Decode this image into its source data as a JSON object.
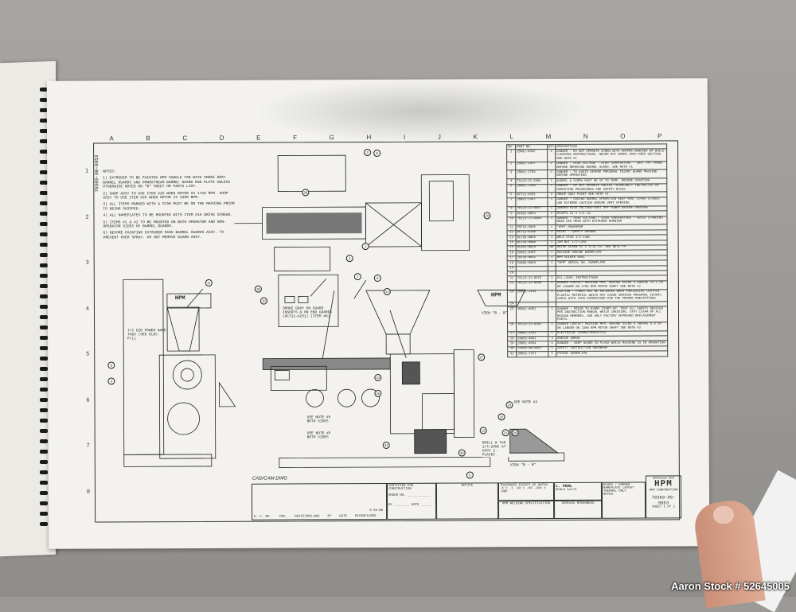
{
  "drawing": {
    "column_letters": [
      "A",
      "B",
      "C",
      "D",
      "E",
      "F",
      "G",
      "H",
      "I",
      "J",
      "K",
      "L",
      "M",
      "N",
      "O",
      "P"
    ],
    "row_numbers": [
      "1",
      "2",
      "3",
      "4",
      "5",
      "6",
      "7",
      "8"
    ],
    "top_left_number": "70369-00-0053",
    "notes_title": "NOTES:",
    "notes": [
      "1) EXTRUDER TO BE PAINTED HPM SADDLE TAN WITH SMOKE GRAY BARREL GUARDS AND DOWNSTREAM BARREL GUARD END PLATE UNLESS OTHERWISE NOTED ON \"B\" SHEET OR PARTS LIST.",
      "2) SHOP ASSY TO USE ITEM #22 WHEN MOTOR IS 1750 RPM. SHOP ASSY TO USE ITEM #26 WHEN MOTOR IS 2300 RPM.",
      "3) ALL ITEMS MARKED WITH A STAR MUST BE ON THE MACHINE PRIOR TO BEING SHIPPED.",
      "4) ALL NAMEPLATES TO BE MOUNTED WITH ITEM #15 DRIVE SCREWS.",
      "5) ITEMS #1 & #2 TO BE MOUNTED ON BOTH OPERATOR AND NON-OPERATOR SIDES OF BARREL GUARDS.",
      "6) BEFORE PAINTING EXTRUDER MASK BARREL GUARDS ASSY. TO PREVENT OVER SPRAY. DO NOT REMOVE GUARD ASSY."
    ],
    "labels": {
      "tc_die": "T/C DIE POWER NAME TAGS (SEE ELEC. P/L)",
      "smoke_gray": "SMOKE GRAY ON GUARD INSERTS & ON END GUARDS (0C721-0251) (ITEM #6)",
      "view_b_top": "VIEW \"B - B\"",
      "view_b_bottom": "VIEW \"B - B\"",
      "see_note_5a": "SEE NOTE #5 BOTH SIDES",
      "see_note_5b": "SEE NOTE #5 BOTH SIDES",
      "see_note_2": "SEE NOTE #2",
      "drill_tap": "DRILL & TAP 1/4-20NC AT ASSY 2-PLACES",
      "hpm_logo": "HPM"
    },
    "parts_header": [
      "NO",
      "PART NO.",
      "QTY",
      "DESCRIPTION"
    ],
    "parts": [
      [
        "1",
        "2B091-0492",
        "2",
        "DANGER - DO NOT OPERATE SCREW WITH HOPPER REMOVED OR WHILE CLEARING OBSTRUCTIONS. NEVER PUT HANDS INTO FEED SECTION. SEE NOTE #1"
      ],
      [
        "2",
        "2B091-1457",
        "2",
        "DANGER - HIGH VOLTAGE - HIGH TEMPERATURE - SHUT OFF POWER BEFORE REMOVING BARREL GUARD. SEE NOTE #1"
      ],
      [
        "3",
        "2B091-1793",
        "2",
        "DANGER - TO AVOID SEVERE PERSONAL INJURY GUARD MACHINE BEFORE OPERATING"
      ],
      [
        "4",
        "7A129-21-0384",
        "1",
        "BARREL & SCREW MUST BE UP TO TEMP. BEFORE STARTING"
      ],
      [
        "5",
        "2B091-1438",
        "1",
        "DANGER - DO NOT OPERATE UNLESS THOROUGHLY INSTRUCTED ON OPERATION PROCEDURES AND SAFETY RULES"
      ],
      [
        "6",
        "0C721-0251",
        "2",
        "SMOKE GRAY PAINT SEE NOTE #1"
      ],
      [
        "7",
        "2B091-1497",
        "1",
        "DANGER - DURING NORMAL OPERATION KEEP VENT COVER CLOSED. USE EXTREME CAUTION AROUND VENT OPENING"
      ],
      [
        "8",
        "7B123-21-0357",
        "1",
        "DANGER-HIGH VOLTAGE-SHUT OFF POWER BEFORE OPENING"
      ],
      [
        "9",
        "0C081-0064",
        "2",
        "RIVETS #2 X 1/4 LG."
      ],
      [
        "10",
        "7B123-21-0308",
        "1",
        "DANGER - HIGH VOLTAGE - HIGH TEMPERATURE - AVOID STANDING NEAR DIE HEAD WITH EXTRUDER RUNNING"
      ],
      [
        "11",
        "P5F18-0036",
        "2",
        "\"HPM\" MONOGRAM"
      ],
      [
        "12",
        "0C721-0180",
        "1",
        "PAINT - SAFETY ORANGE"
      ],
      [
        "13",
        "0C158-0066",
        "1",
        "WELD STUD 1/2-13NC"
      ],
      [
        "14",
        "0C149-0008",
        "1",
        "JAM NUT 1/2-13NC"
      ],
      [
        "15",
        "0C081-0023",
        "AR",
        "DRIVE SCREW #2 X 3/16 LG. SEE NOTE #4"
      ],
      [
        "16",
        "ZA091-0467",
        "1",
        "MACHINE GROUND NAMEPLATE"
      ],
      [
        "17",
        "ZA218-0032",
        "1",
        "HPM SOLDER SEAL"
      ],
      [
        "18",
        "ZA088-0063",
        "1",
        "\"HPM\" SERIAL NO. NAMEPLATE"
      ],
      [
        "19",
        "",
        "",
        ""
      ],
      [
        "20",
        "",
        "",
        ""
      ],
      [
        "21",
        "7A123-21-0379",
        "1",
        "OIL LEVEL INSTRUCTIONS"
      ],
      [
        "22",
        "7B123-21-0380",
        "1",
        "DANGER CONTACT MACHINE MFR. BEFORE USING A SHEAVE 14.2 OD OR LARGER ON 1750 RPM MOTOR SHAFT SEE NOTE #2"
      ],
      [
        "23",
        "2B091-1443",
        "1",
        "CAUTION - FUMES MAY BE RELEASED WHEN PROCESSING CERTAIN PLASTIC MATERIAL WHICH MAY CAUSE SERIOUS PERSONAL INJURY. CHECK WITH YOUR SUPERVISOR FOR THE PROPER PRECAUTIONS"
      ],
      [
        "24",
        "",
        "",
        ""
      ],
      [
        "25",
        "4B091-0052",
        "1",
        "DANGER - PRIOR TO EVERY START-UP, TEST ALL SAFETY DEVICES PER INSTRUCTION MANUAL WHILE CHECKING. STAY CLEAR OF ALL MOVING MEMBERS. USE ONLY FACTORY APPROVED REPLACEMENT PARTS."
      ],
      [
        "26",
        "7B123-21-0381",
        "1",
        "DANGER CONTACT MACHINE MFR. BEFORE USING A SHEAVE 9.9 OD OR LARGER ON 2300 RPM MOTOR SHAFT SEE NOTE #2"
      ],
      [
        "27",
        "2B091-1431",
        "1",
        "ELECTRICAL CHARACTERISTICS"
      ],
      [
        "28",
        "ZA056-0001",
        "4",
        "GREASE ARROW"
      ],
      [
        "29",
        "2B091-0694",
        "1",
        "DANGER - KEEP GUARD IN PLACE WHILE MACHINE IS IN OPERATION"
      ],
      [
        "30",
        "7A369-00-0047",
        "1",
        "SAFETY INSTRUCTION HARDWARE"
      ],
      [
        "31",
        "2B091-1371",
        "1",
        "PATENT NAMEPLATE"
      ]
    ],
    "title_block": {
      "cadcam": "CAD/CAM DWG",
      "rev_headers": [
        "E. C. NO.",
        "CHG.",
        "REVISIONS-WAS",
        "BY",
        "DATE",
        "MICROFILMED"
      ],
      "date_written": "9-15-88",
      "certified": "CERTIFIED FOR CONSTRUCTION",
      "order_no": "ORDER NO. ____________",
      "by_date": "BY ________ DATE ______",
      "notice_title": "NOTICE",
      "tolerance": "TOLERANCE EXCEPT AS NOTED .X ± .1  .XX ± .03  .XXX ± .005",
      "hpm_welding": "HPM WELDING SPECIFICATION",
      "surface": "SURFACE ROUGHNESS",
      "drawn_by": "L. PERL",
      "scale": "SCALE 1=1/2",
      "title": "WLDGS / DANGER NAMEPLATE LAYOUT THERMAL ONLY",
      "matl": "NOTED",
      "reproduced": "REPRODUCED FROM",
      "company_logo": "HPM",
      "company": "HPM CORPORATION",
      "dwg_no": "70369-00-0053",
      "sheet": "SHEET 1 of 1"
    },
    "callouts": [
      "1",
      "2",
      "3",
      "4",
      "5",
      "6",
      "7",
      "8",
      "9",
      "10",
      "11",
      "12",
      "13",
      "16",
      "17",
      "18",
      "21",
      "22",
      "23",
      "26",
      "27",
      "28",
      "29",
      "30",
      "31"
    ]
  },
  "watermark": "Aaron Stock # 52645005"
}
